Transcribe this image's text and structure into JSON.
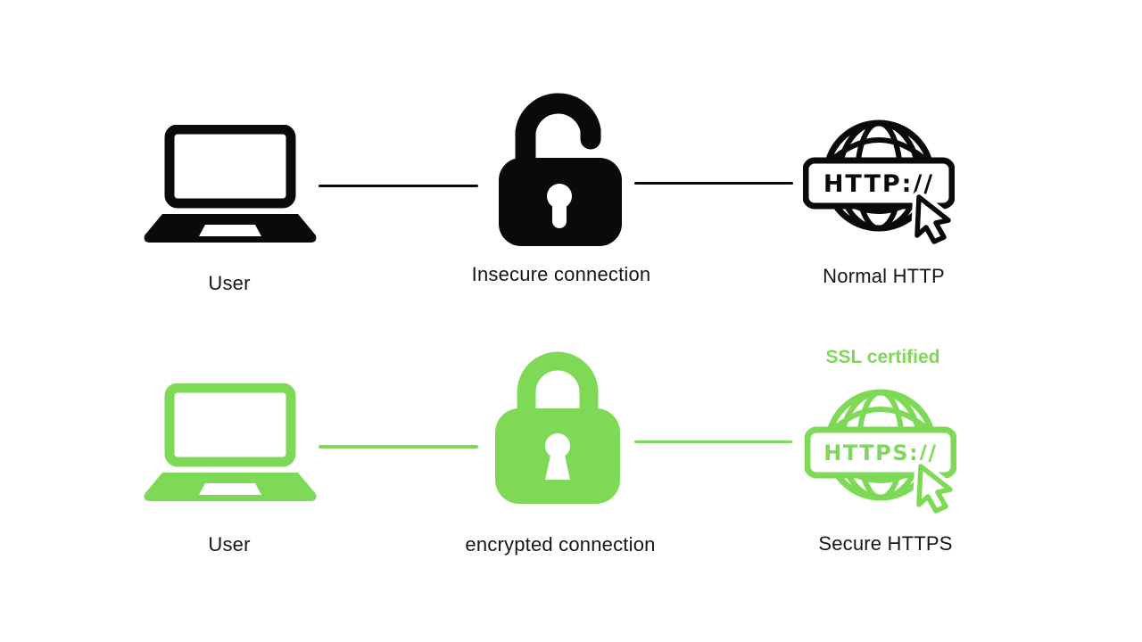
{
  "colors": {
    "black": "#0a0a0a",
    "green": "#7ED957",
    "label_text": "#161616",
    "background": "#ffffff"
  },
  "rows": [
    {
      "id": "http",
      "theme": "black",
      "user": {
        "label": "User"
      },
      "connection": {
        "label": "Insecure connection",
        "lock_state": "open"
      },
      "server": {
        "label": "Normal HTTP",
        "badge": "HTTP://"
      }
    },
    {
      "id": "https",
      "theme": "green",
      "user": {
        "label": "User"
      },
      "connection": {
        "label": "encrypted connection",
        "lock_state": "closed"
      },
      "server": {
        "label": "Secure HTTPS",
        "badge": "HTTPS://",
        "ssl_badge": "SSL certified"
      }
    }
  ]
}
